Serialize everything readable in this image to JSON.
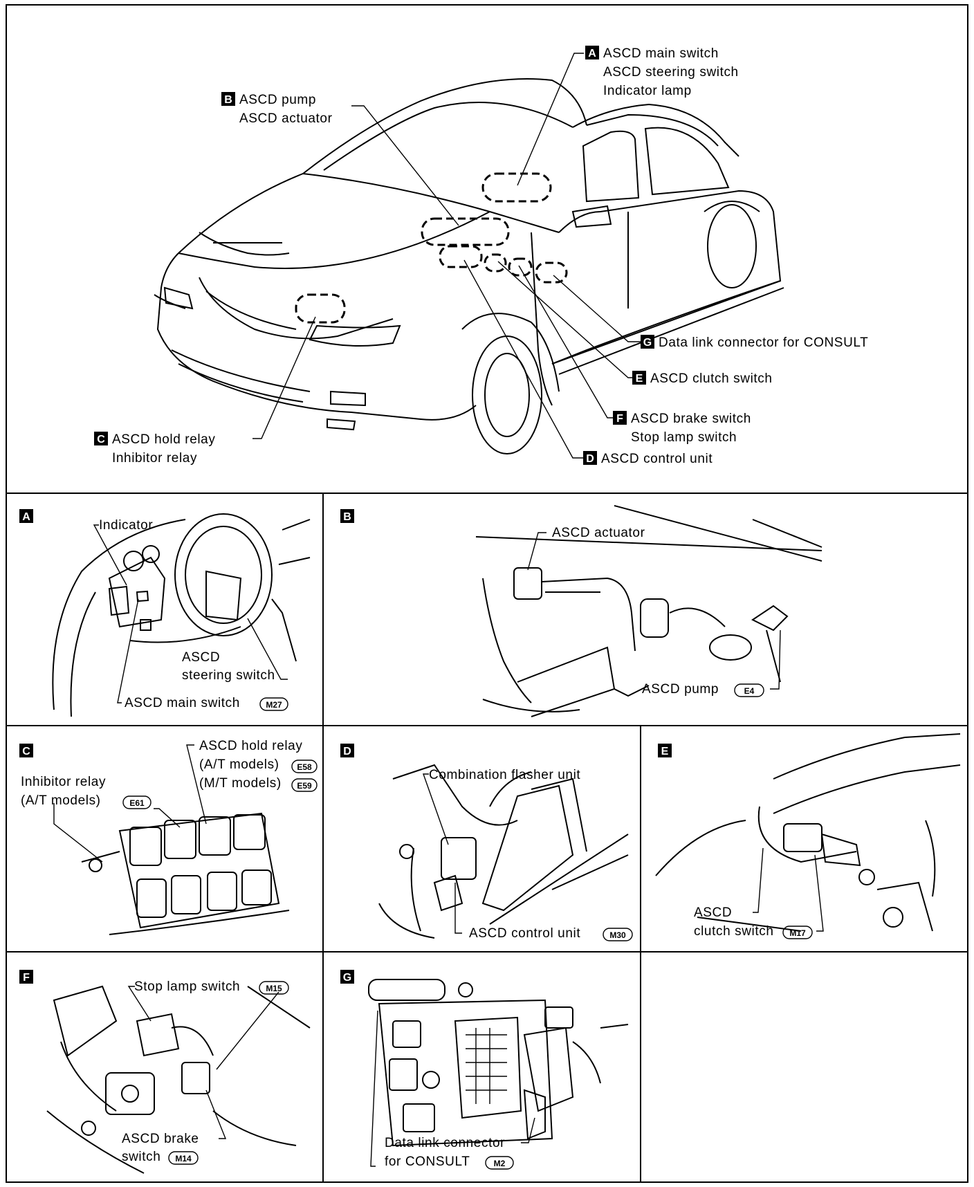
{
  "overview": {
    "A": {
      "letter": "A",
      "lines": [
        "ASCD main switch",
        "ASCD steering switch",
        "Indicator lamp"
      ]
    },
    "B": {
      "letter": "B",
      "lines": [
        "ASCD pump",
        "ASCD actuator"
      ]
    },
    "C": {
      "letter": "C",
      "lines": [
        "ASCD hold relay",
        "Inhibitor relay"
      ]
    },
    "D": {
      "letter": "D",
      "lines": [
        "ASCD control unit"
      ]
    },
    "E": {
      "letter": "E",
      "lines": [
        "ASCD clutch switch"
      ]
    },
    "F": {
      "letter": "F",
      "lines": [
        "ASCD brake switch",
        "Stop lamp switch"
      ]
    },
    "G": {
      "letter": "G",
      "lines": [
        "Data link connector for CONSULT"
      ]
    }
  },
  "panels": {
    "A": {
      "letter": "A",
      "indicator": "Indicator",
      "steering_1": "ASCD",
      "steering_2": "steering switch",
      "main_switch": "ASCD main switch",
      "main_conn": "M27"
    },
    "B": {
      "letter": "B",
      "actuator": "ASCD actuator",
      "pump": "ASCD pump",
      "pump_conn": "E4"
    },
    "C": {
      "letter": "C",
      "hold_relay": "ASCD hold relay",
      "at_models": "(A/T models)",
      "at_conn": "E58",
      "mt_models": "(M/T models)",
      "mt_conn": "E59",
      "inhibitor": "Inhibitor relay",
      "inh_at": "(A/T models)",
      "inh_conn": "E61"
    },
    "D": {
      "letter": "D",
      "flasher": "Combination flasher unit",
      "control": "ASCD control unit",
      "control_conn": "M30"
    },
    "E": {
      "letter": "E",
      "clutch_1": "ASCD",
      "clutch_2": "clutch switch",
      "clutch_conn": "M17"
    },
    "F": {
      "letter": "F",
      "stop_lamp": "Stop lamp switch",
      "stop_conn": "M15",
      "brake_1": "ASCD brake",
      "brake_2": "switch",
      "brake_conn": "M14"
    },
    "G": {
      "letter": "G",
      "dlc_1": "Data link connector",
      "dlc_2": "for CONSULT",
      "dlc_conn": "M2"
    }
  }
}
